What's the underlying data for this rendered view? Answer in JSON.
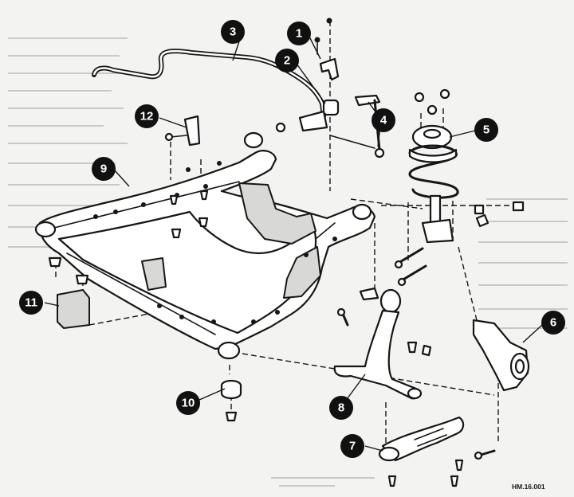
{
  "figure_code": "HM.16.001",
  "callouts": [
    {
      "id": "1",
      "part": "stabilizer-bar-bracket"
    },
    {
      "id": "2",
      "part": "stabilizer-bar-bushing"
    },
    {
      "id": "3",
      "part": "stabilizer-bar"
    },
    {
      "id": "4",
      "part": "stabilizer-link"
    },
    {
      "id": "5",
      "part": "strut-assembly"
    },
    {
      "id": "6",
      "part": "steering-knuckle"
    },
    {
      "id": "7",
      "part": "rear-lower-arm"
    },
    {
      "id": "8",
      "part": "front-lower-arm"
    },
    {
      "id": "9",
      "part": "subframe"
    },
    {
      "id": "10",
      "part": "subframe-mount"
    },
    {
      "id": "11",
      "part": "subframe-bracket"
    },
    {
      "id": "12",
      "part": "bar-bracket-left"
    }
  ]
}
